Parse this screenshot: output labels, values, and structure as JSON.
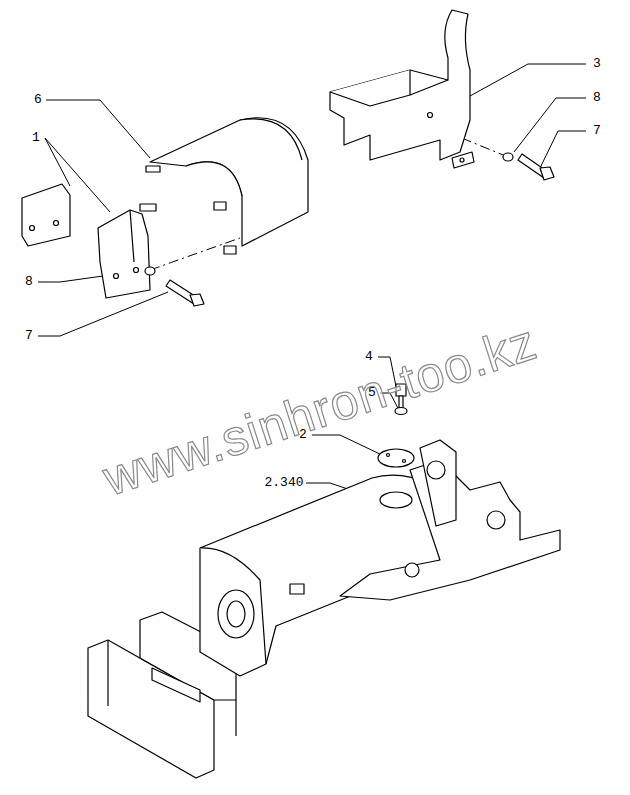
{
  "diagram": {
    "labels": [
      "6",
      "1",
      "3",
      "8",
      "7",
      "8",
      "7",
      "4",
      "5",
      "2",
      "2.340",
      "www.sinhron-too.kz"
    ]
  }
}
